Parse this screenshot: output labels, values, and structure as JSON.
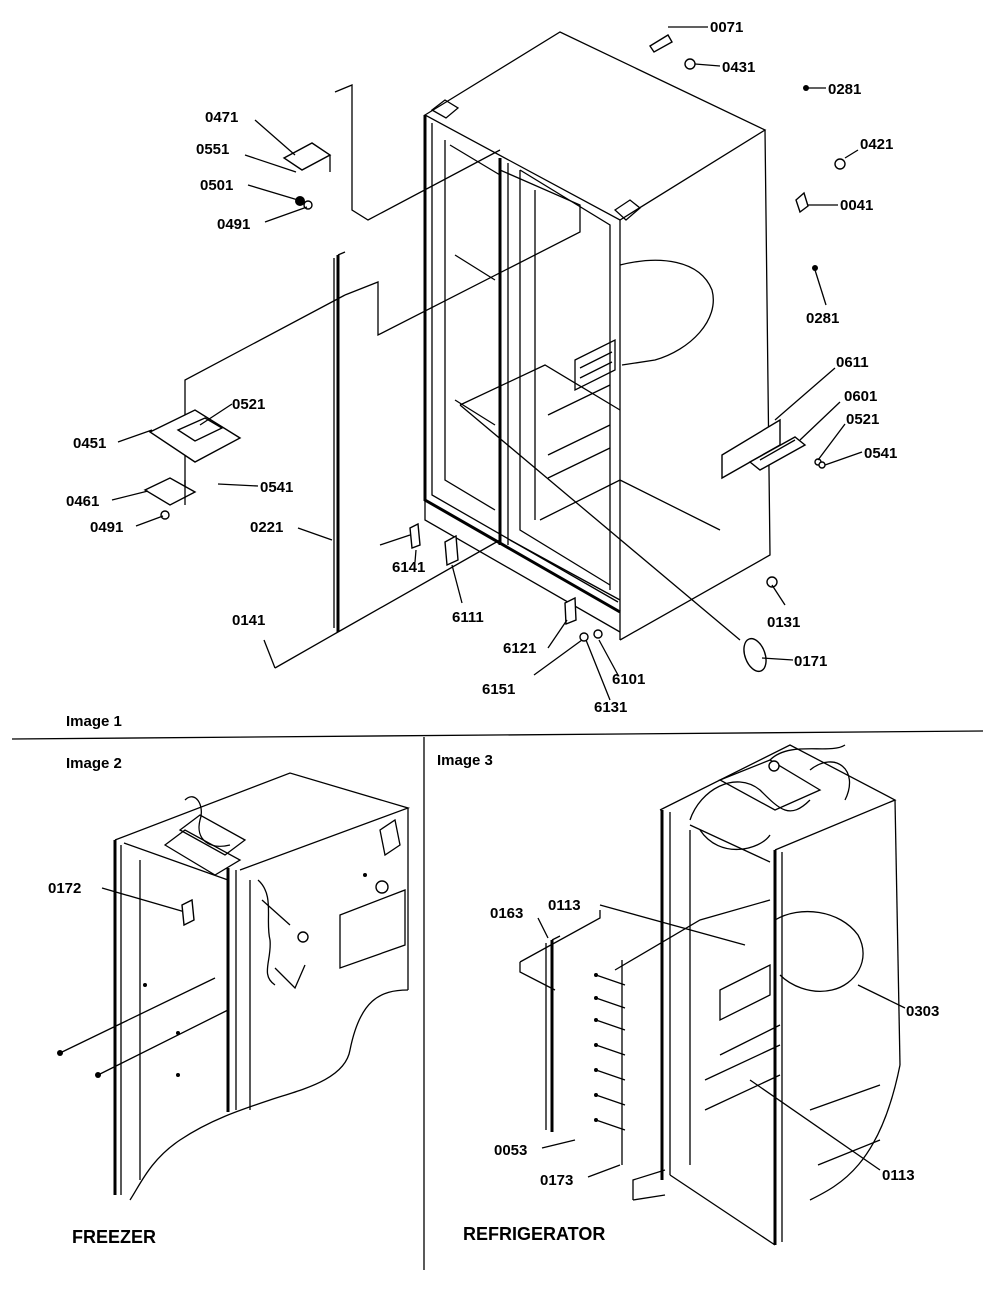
{
  "panels": {
    "image1": {
      "caption": "Image 1"
    },
    "image2": {
      "caption": "Image 2",
      "title": "FREEZER"
    },
    "image3": {
      "caption": "Image 3",
      "title": "REFRIGERATOR"
    }
  },
  "callouts": {
    "c0071": "0071",
    "c0431": "0431",
    "c0281a": "0281",
    "c0421": "0421",
    "c0041": "0041",
    "c0281b": "0281",
    "c0611": "0611",
    "c0601": "0601",
    "c0521a": "0521",
    "c0541a": "0541",
    "c0131": "0131",
    "c0171": "0171",
    "c0471": "0471",
    "c0551": "0551",
    "c0501": "0501",
    "c0491a": "0491",
    "c0521b": "0521",
    "c0451": "0451",
    "c0541b": "0541",
    "c0461": "0461",
    "c0491b": "0491",
    "c0221": "0221",
    "c6141": "6141",
    "c6111": "6111",
    "c0141": "0141",
    "c6121": "6121",
    "c6151": "6151",
    "c6101": "6101",
    "c6131": "6131",
    "c0172": "0172",
    "c0163": "0163",
    "c0113a": "0113",
    "c0303": "0303",
    "c0053": "0053",
    "c0173": "0173",
    "c0113b": "0113"
  },
  "colors": {
    "ink": "#000000",
    "paper": "#ffffff"
  }
}
